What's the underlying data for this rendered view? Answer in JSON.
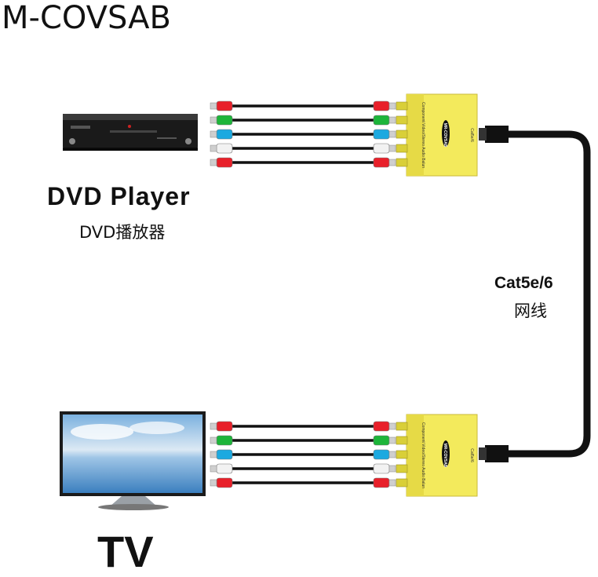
{
  "title": "M-COVSAB",
  "source": {
    "name_en": "DVD Player",
    "name_zh": "DVD播放器"
  },
  "display": {
    "name_en": "TV"
  },
  "link": {
    "name_en": "Cat5e/6",
    "name_zh": "网线"
  },
  "device_label": "MR-COVSAB",
  "device_side_text": "Component Video/Stereo Audio Balun",
  "device_port_text": "Cat5e/6",
  "cables": [
    {
      "color_name": "red",
      "color": "#e8202a"
    },
    {
      "color_name": "green",
      "color": "#1db53a"
    },
    {
      "color_name": "blue",
      "color": "#1ca9e0"
    },
    {
      "color_name": "white",
      "color": "#f2f2f2"
    },
    {
      "color_name": "red",
      "color": "#e8202a"
    }
  ],
  "colors": {
    "box": "#f3ea5c",
    "cable": "#111111"
  }
}
